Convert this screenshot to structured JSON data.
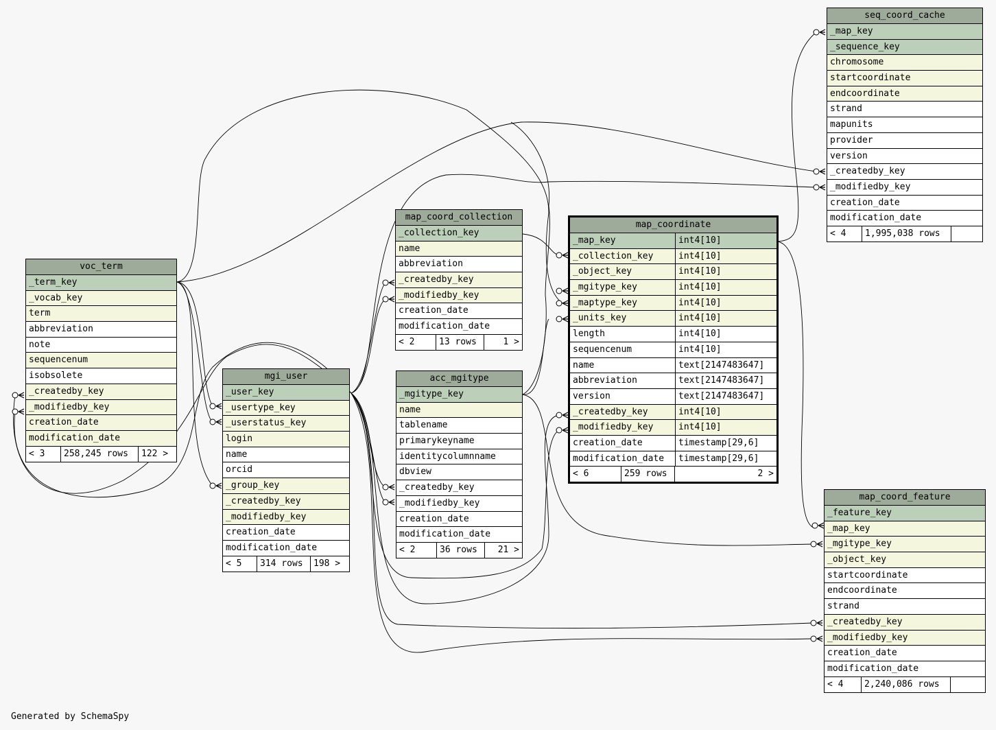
{
  "footer": "Generated by SchemaSpy",
  "tables": {
    "voc_term": {
      "name": "voc_term",
      "columns": [
        {
          "name": "_term_key",
          "kind": "pk"
        },
        {
          "name": "_vocab_key",
          "kind": "fk"
        },
        {
          "name": "term",
          "kind": "fk"
        },
        {
          "name": "abbreviation",
          "kind": "plain"
        },
        {
          "name": "note",
          "kind": "plain"
        },
        {
          "name": "sequencenum",
          "kind": "fk"
        },
        {
          "name": "isobsolete",
          "kind": "plain"
        },
        {
          "name": "_createdby_key",
          "kind": "fk"
        },
        {
          "name": "_modifiedby_key",
          "kind": "fk"
        },
        {
          "name": "creation_date",
          "kind": "fk"
        },
        {
          "name": "modification_date",
          "kind": "fk"
        }
      ],
      "footer": [
        "< 3",
        "258,245 rows",
        "122 >"
      ]
    },
    "mgi_user": {
      "name": "mgi_user",
      "columns": [
        {
          "name": "_user_key",
          "kind": "pk"
        },
        {
          "name": "_usertype_key",
          "kind": "fk"
        },
        {
          "name": "_userstatus_key",
          "kind": "fk"
        },
        {
          "name": "login",
          "kind": "fk"
        },
        {
          "name": "name",
          "kind": "plain"
        },
        {
          "name": "orcid",
          "kind": "plain"
        },
        {
          "name": "_group_key",
          "kind": "fk"
        },
        {
          "name": "_createdby_key",
          "kind": "fk"
        },
        {
          "name": "_modifiedby_key",
          "kind": "fk"
        },
        {
          "name": "creation_date",
          "kind": "plain"
        },
        {
          "name": "modification_date",
          "kind": "plain"
        }
      ],
      "footer": [
        "< 5",
        "314 rows",
        "198 >"
      ]
    },
    "map_coord_collection": {
      "name": "map_coord_collection",
      "columns": [
        {
          "name": "_collection_key",
          "kind": "pk"
        },
        {
          "name": "name",
          "kind": "fk"
        },
        {
          "name": "abbreviation",
          "kind": "plain"
        },
        {
          "name": "_createdby_key",
          "kind": "fk"
        },
        {
          "name": "_modifiedby_key",
          "kind": "fk"
        },
        {
          "name": "creation_date",
          "kind": "plain"
        },
        {
          "name": "modification_date",
          "kind": "plain"
        }
      ],
      "footer": [
        "< 2",
        "13 rows",
        "1 >"
      ]
    },
    "acc_mgitype": {
      "name": "acc_mgitype",
      "columns": [
        {
          "name": "_mgitype_key",
          "kind": "pk"
        },
        {
          "name": "name",
          "kind": "fk"
        },
        {
          "name": "tablename",
          "kind": "plain"
        },
        {
          "name": "primarykeyname",
          "kind": "plain"
        },
        {
          "name": "identitycolumnname",
          "kind": "plain"
        },
        {
          "name": "dbview",
          "kind": "plain"
        },
        {
          "name": "_createdby_key",
          "kind": "plain"
        },
        {
          "name": "_modifiedby_key",
          "kind": "plain"
        },
        {
          "name": "creation_date",
          "kind": "plain"
        },
        {
          "name": "modification_date",
          "kind": "plain"
        }
      ],
      "footer": [
        "< 2",
        "36 rows",
        "21 >"
      ]
    },
    "map_coordinate": {
      "name": "map_coordinate",
      "columns": [
        {
          "name": "_map_key",
          "type": "int4[10]",
          "kind": "pk"
        },
        {
          "name": "_collection_key",
          "type": "int4[10]",
          "kind": "fk"
        },
        {
          "name": "_object_key",
          "type": "int4[10]",
          "kind": "fk"
        },
        {
          "name": "_mgitype_key",
          "type": "int4[10]",
          "kind": "fk"
        },
        {
          "name": "_maptype_key",
          "type": "int4[10]",
          "kind": "fk"
        },
        {
          "name": "_units_key",
          "type": "int4[10]",
          "kind": "fk"
        },
        {
          "name": "length",
          "type": "int4[10]",
          "kind": "plain"
        },
        {
          "name": "sequencenum",
          "type": "int4[10]",
          "kind": "plain"
        },
        {
          "name": "name",
          "type": "text[2147483647]",
          "kind": "plain"
        },
        {
          "name": "abbreviation",
          "type": "text[2147483647]",
          "kind": "plain"
        },
        {
          "name": "version",
          "type": "text[2147483647]",
          "kind": "plain"
        },
        {
          "name": "_createdby_key",
          "type": "int4[10]",
          "kind": "fk"
        },
        {
          "name": "_modifiedby_key",
          "type": "int4[10]",
          "kind": "fk"
        },
        {
          "name": "creation_date",
          "type": "timestamp[29,6]",
          "kind": "plain"
        },
        {
          "name": "modification_date",
          "type": "timestamp[29,6]",
          "kind": "plain"
        }
      ],
      "footer": [
        "< 6",
        "259 rows",
        "2 >"
      ]
    },
    "seq_coord_cache": {
      "name": "seq_coord_cache",
      "columns": [
        {
          "name": "_map_key",
          "kind": "pk"
        },
        {
          "name": "_sequence_key",
          "kind": "pk"
        },
        {
          "name": "chromosome",
          "kind": "fk"
        },
        {
          "name": "startcoordinate",
          "kind": "fk"
        },
        {
          "name": "endcoordinate",
          "kind": "fk"
        },
        {
          "name": "strand",
          "kind": "plain"
        },
        {
          "name": "mapunits",
          "kind": "plain"
        },
        {
          "name": "provider",
          "kind": "plain"
        },
        {
          "name": "version",
          "kind": "plain"
        },
        {
          "name": "_createdby_key",
          "kind": "plain"
        },
        {
          "name": "_modifiedby_key",
          "kind": "plain"
        },
        {
          "name": "creation_date",
          "kind": "plain"
        },
        {
          "name": "modification_date",
          "kind": "plain"
        }
      ],
      "footer": [
        "< 4",
        "1,995,038 rows",
        ""
      ]
    },
    "map_coord_feature": {
      "name": "map_coord_feature",
      "columns": [
        {
          "name": "_feature_key",
          "kind": "pk"
        },
        {
          "name": "_map_key",
          "kind": "fk"
        },
        {
          "name": "_mgitype_key",
          "kind": "fk"
        },
        {
          "name": "_object_key",
          "kind": "fk"
        },
        {
          "name": "startcoordinate",
          "kind": "plain"
        },
        {
          "name": "endcoordinate",
          "kind": "plain"
        },
        {
          "name": "strand",
          "kind": "plain"
        },
        {
          "name": "_createdby_key",
          "kind": "fk"
        },
        {
          "name": "_modifiedby_key",
          "kind": "fk"
        },
        {
          "name": "creation_date",
          "kind": "plain"
        },
        {
          "name": "modification_date",
          "kind": "plain"
        }
      ],
      "footer": [
        "< 4",
        "2,240,086 rows",
        ""
      ]
    }
  }
}
